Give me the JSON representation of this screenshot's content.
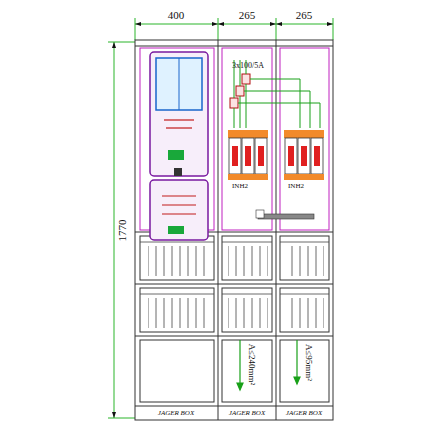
{
  "diagram": {
    "labels": [
      "400",
      "265",
      "265",
      "1770",
      "3x100/5A",
      "INH2",
      "INH2",
      "A≤240mm²",
      "A≤95mm²",
      "JAGER BOX",
      "JAGER BOX",
      "JAGER BOX"
    ]
  }
}
